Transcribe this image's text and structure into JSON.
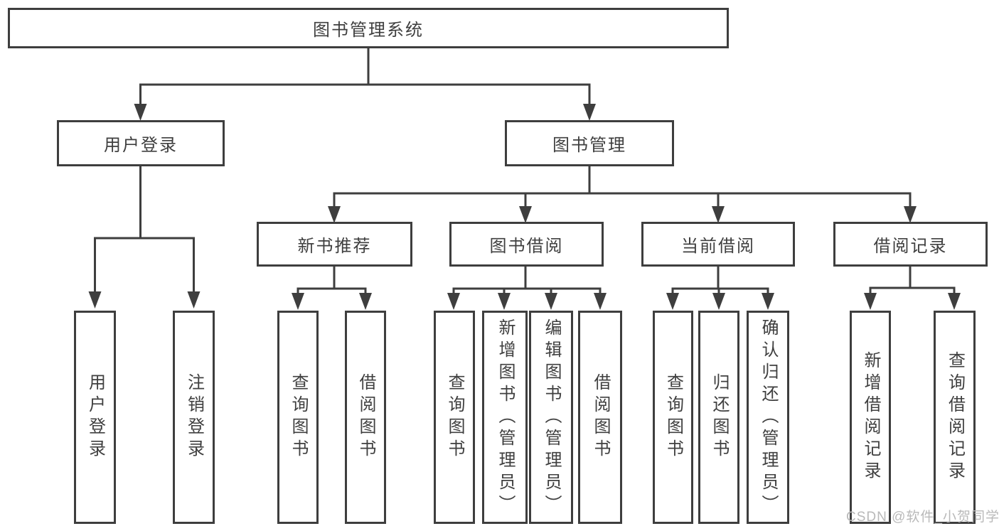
{
  "diagram": {
    "title": "图书管理系统",
    "tree": {
      "root": {
        "label": "图书管理系统"
      },
      "branches": [
        {
          "label": "用户登录",
          "children": [
            {
              "label": "用户登录"
            },
            {
              "label": "注销登录"
            }
          ]
        },
        {
          "label": "图书管理",
          "children": [
            {
              "label": "新书推荐",
              "children": [
                {
                  "label": "查询图书"
                },
                {
                  "label": "借阅图书"
                }
              ]
            },
            {
              "label": "图书借阅",
              "children": [
                {
                  "label": "查询图书"
                },
                {
                  "label": "新增图书（管理员）"
                },
                {
                  "label": "编辑图书（管理员）"
                },
                {
                  "label": "借阅图书"
                }
              ]
            },
            {
              "label": "当前借阅",
              "children": [
                {
                  "label": "查询图书"
                },
                {
                  "label": "归还图书"
                },
                {
                  "label": "确认归还（管理员）"
                }
              ]
            },
            {
              "label": "借阅记录",
              "children": [
                {
                  "label": "新增借阅记录"
                },
                {
                  "label": "查询借阅记录"
                }
              ]
            }
          ]
        }
      ]
    },
    "colors": {
      "line": "#3e3e3e",
      "box_border": "#3e3e3e",
      "text": "#3f3f3f",
      "background": "#ffffff",
      "watermark": "#b9b9b9"
    }
  },
  "watermark": {
    "text": "CSDN @软件_小贺同学"
  }
}
